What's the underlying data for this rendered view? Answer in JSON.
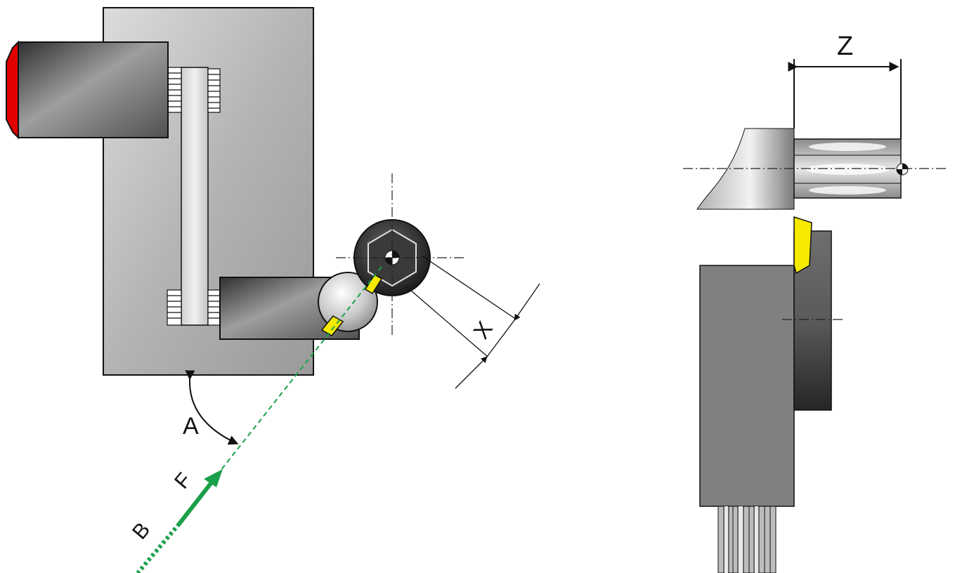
{
  "labels": {
    "angle": "A",
    "direction": "B",
    "feed": "F",
    "radial_offset": "X",
    "axial_length": "Z"
  },
  "colors": {
    "body_gray": "#a9a9a9",
    "insert_yellow": "#f5ea00",
    "feed_green": "#1aa04a",
    "stop_red": "#e00000",
    "outline": "#111111"
  }
}
